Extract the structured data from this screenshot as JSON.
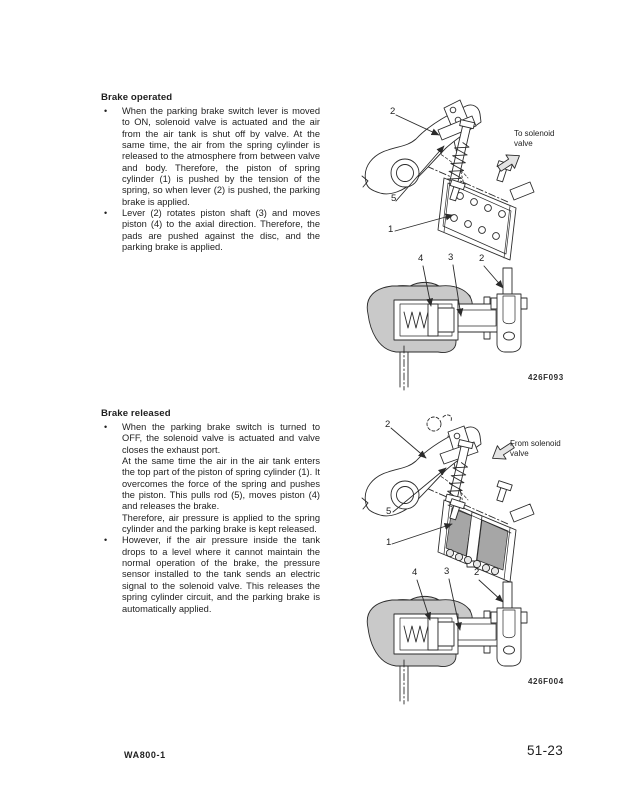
{
  "document": {
    "bullet_glyph": "•",
    "footer": {
      "model": "WA800-1",
      "page_number": "51-23"
    }
  },
  "colors": {
    "paper": "#ffffff",
    "ink": "#1f1f1f",
    "figure_light_gray": "#c9c9c9",
    "figure_pressure_gray": "#a6a6a6"
  },
  "sections": [
    {
      "heading": "Brake operated",
      "bullets": [
        [
          "When the parking brake switch lever is moved to ON, solenoid valve is actuated and the air from the air tank is shut off by valve. At the same time, the air from the spring cylinder is released to the atmosphere from between valve and body. Therefore, the piston of spring cylinder (1) is pushed by the tension of the spring, so when lever (2) is pushed, the parking brake is applied."
        ],
        [
          "Lever (2) rotates piston shaft (3) and moves piston (4) to the axial direction. Therefore, the pads are pushed against the disc, and the parking brake is applied."
        ]
      ],
      "figure": {
        "callouts": {
          "lever": "2",
          "spring": "5",
          "spring_cylinder": "1"
        },
        "section_callouts": {
          "piston": "4",
          "piston_shaft": "3",
          "lever": "2"
        },
        "flow_label_line1": "To solenoid",
        "flow_label_line2": "valve",
        "caption": "426F093"
      }
    },
    {
      "heading": "Brake released",
      "bullets": [
        [
          "When the parking brake switch is turned to OFF, the solenoid valve is actuated and valve closes the exhaust port.",
          "At the same time the air in the air tank enters the top part of the piston of spring cylinder (1). It overcomes the force of the spring and pushes the piston. This pulls rod (5), moves piston (4) and releases the brake.",
          "Therefore, air pressure is applied to the spring cylinder and the parking brake is kept released."
        ],
        [
          "However, if the air pressure inside the tank drops to a level where it cannot maintain the normal operation of the brake, the pressure sensor installed to the tank sends an electric signal to the solenoid valve. This releases the spring cylinder circuit, and the parking brake is automatically applied."
        ]
      ],
      "figure": {
        "callouts": {
          "lever": "2",
          "spring": "5",
          "spring_cylinder": "1"
        },
        "section_callouts": {
          "piston": "4",
          "piston_shaft": "3",
          "lever": "2"
        },
        "flow_label_line1": "From solenoid",
        "flow_label_line2": "valve",
        "caption": "426F004"
      }
    }
  ]
}
